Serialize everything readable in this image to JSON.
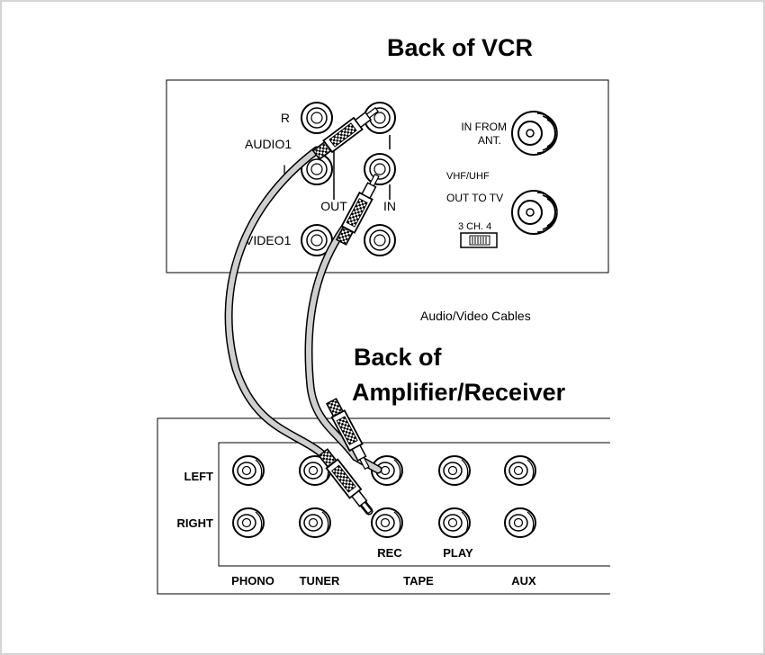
{
  "vcr": {
    "title": "Back of VCR",
    "r_label": "R",
    "audio1_label": "AUDIO1",
    "l_label": "L",
    "out_label": "OUT",
    "in_label": "IN",
    "video1_label": "VIDEO1",
    "in_from_label": "IN FROM",
    "ant_label": "ANT.",
    "vhf_uhf_label": "VHF/UHF",
    "out_to_tv_label": "OUT TO TV",
    "ch_switch_label": "3 CH. 4"
  },
  "cables_label": "Audio/Video Cables",
  "amp": {
    "title_line1": "Back of",
    "title_line2": "Amplifier/Receiver",
    "left_label": "LEFT",
    "right_label": "RIGHT",
    "rec_label": "REC",
    "play_label": "PLAY",
    "phono_label": "PHONO",
    "tuner_label": "TUNER",
    "tape_label": "TAPE",
    "aux_label": "AUX"
  }
}
